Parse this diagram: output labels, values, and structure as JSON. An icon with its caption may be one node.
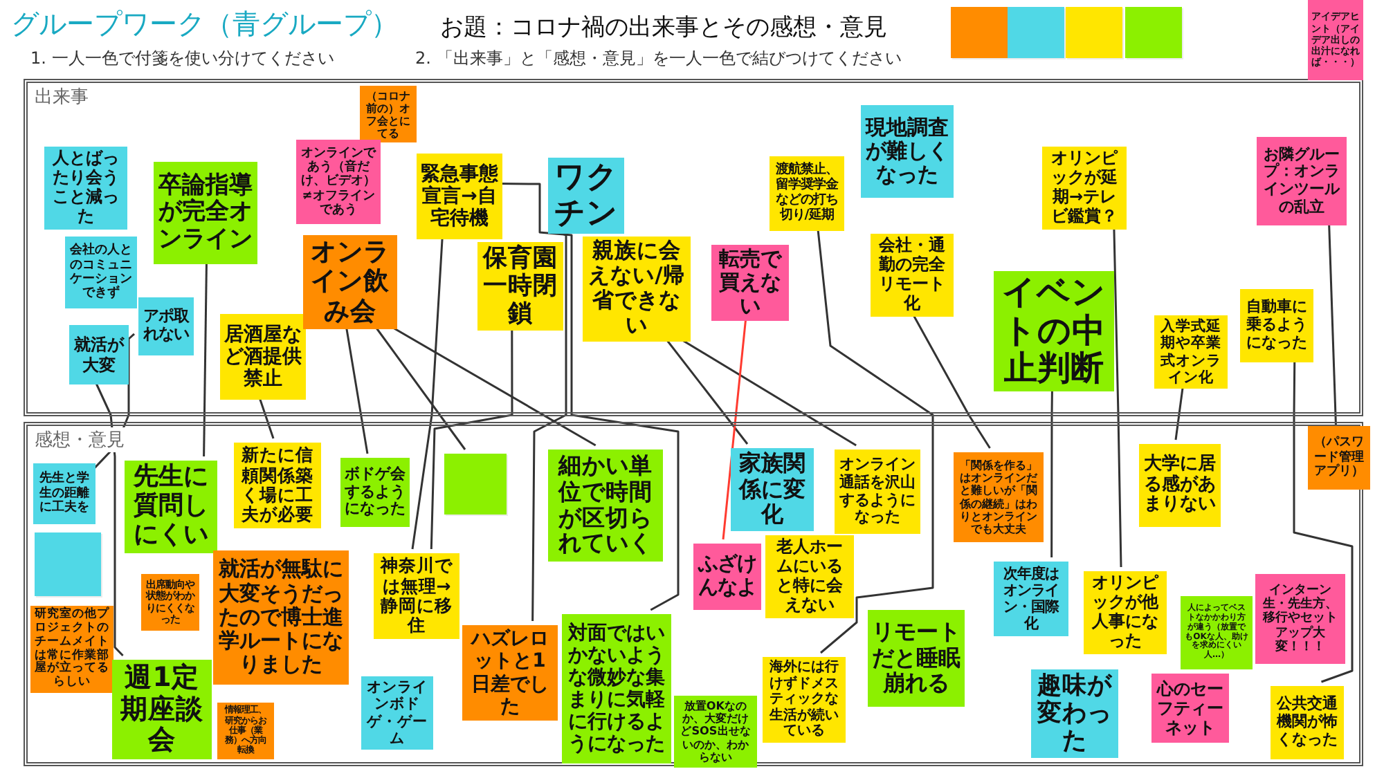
{
  "diagram": {
    "title": "グループワーク（青グループ）",
    "nodes": [
      {
        "text": [],
        "shape": "box"
      },
      {
        "text": [],
        "shape": "box"
      },
      {
        "text": [],
        "shape": "box"
      },
      {
        "text": [],
        "shape": "box"
      },
      {
        "text": [
          "アイデアヒント（アイデア出しの出汁になれば・・・）"
        ]
      },
      {
        "text": [
          "出来事"
        ]
      },
      {
        "text": [
          "人とばったり会うこと減った"
        ],
        "in": 5
      },
      {
        "text": [
          "会社の人とのコミュニケーションできず"
        ],
        "in": 5
      },
      {
        "text": [
          "アポ取れない"
        ],
        "in": 5
      },
      {
        "text": [
          "就活が大変"
        ],
        "in": 5
      },
      {
        "text": [
          "卒論指導が完全オンライン"
        ],
        "in": 5
      },
      {
        "text": [
          "居酒屋など酒提供禁止"
        ],
        "in": 5
      },
      {
        "text": [
          "（コロナ前の）オフ会とにてる"
        ],
        "in": 5
      },
      {
        "text": [
          "オンラインであう（音だけ、ビデオ）≠オフラインであう"
        ],
        "in": 5
      },
      {
        "text": [
          "オンライン飲み会"
        ],
        "in": 5
      },
      {
        "text": [
          "緊急事態宣言→自宅待機"
        ],
        "in": 5
      },
      {
        "text": [
          "ワクチン"
        ],
        "in": 5
      },
      {
        "text": [
          "保育園一時閉鎖"
        ],
        "in": 5
      },
      {
        "text": [
          "親族に会えない/帰省できない"
        ],
        "in": 5
      },
      {
        "text": [
          "転売で買えない"
        ],
        "in": 5
      },
      {
        "text": [
          "渡航禁止、留学奨学金などの打ち切り/延期"
        ],
        "in": 5
      },
      {
        "text": [
          "現地調査が難しくなった"
        ],
        "in": 5
      },
      {
        "text": [
          "会社・通勤の完全リモート化"
        ],
        "in": 5
      },
      {
        "text": [
          "イベントの中止判断"
        ],
        "in": 5
      },
      {
        "text": [
          "オリンピックが延期→テレビ鑑賞？"
        ],
        "in": 5
      },
      {
        "text": [
          "お隣グループ：オンラインツールの乱立"
        ],
        "in": 5
      },
      {
        "text": [
          "入学式延期や卒業式オンライン化"
        ],
        "in": 5
      },
      {
        "text": [
          "自動車に乗るようになった"
        ],
        "in": 5
      },
      {
        "text": [
          "感想・意見"
        ]
      },
      {
        "text": [
          "先生と学生の距離に工夫を"
        ],
        "in": 28
      },
      {
        "text": [],
        "shape": "box",
        "in": 28
      },
      {
        "text": [
          "先生に質問しにくい"
        ],
        "in": 28
      },
      {
        "text": [
          "新たに信頼関係築く場に工夫が必要"
        ],
        "in": 28
      },
      {
        "text": [
          "ボドゲ会するようになった"
        ],
        "in": 28
      },
      {
        "text": [],
        "shape": "box",
        "in": 28
      },
      {
        "text": [
          "細かい単位で時間が区切られていく"
        ],
        "in": 28
      },
      {
        "text": [
          "研究室の他プロジェクトのチームメイトは常に作業部屋が立ってるらしい"
        ],
        "in": 28
      },
      {
        "text": [
          "出席動向や状態がわかりにくくなった"
        ],
        "in": 28
      },
      {
        "text": [
          "就活が無駄に大変そうだったので博士進学ルートになりました"
        ],
        "in": 28
      },
      {
        "text": [
          "神奈川では無理→静岡に移住"
        ],
        "in": 28
      },
      {
        "text": [
          "ハズレロットと1日差でした"
        ],
        "in": 28
      },
      {
        "text": [
          "週1定期座談会"
        ],
        "in": 28
      },
      {
        "text": [
          "情報理工、研究からお仕事（業務）へ方向転換"
        ],
        "in": 28
      },
      {
        "text": [
          "オンラインボドゲ・ゲーム"
        ],
        "in": 28
      },
      {
        "text": [
          "対面ではいかないような微妙な集まりに気軽に行けるようになった"
        ],
        "in": 28
      },
      {
        "text": [
          "放置OKなのか、大変だけどSOS出せないのか、わからない"
        ],
        "in": 28
      },
      {
        "text": [
          "家族関係に変化"
        ],
        "in": 28
      },
      {
        "text": [
          "オンライン通話を沢山するようになった"
        ],
        "in": 28
      },
      {
        "text": [
          "ふざけんなよ"
        ],
        "in": 28
      },
      {
        "text": [
          "老人ホームにいると特に会えない"
        ],
        "in": 28
      },
      {
        "text": [
          "リモートだと睡眠崩れる"
        ],
        "in": 28
      },
      {
        "text": [
          "海外には行けずドメスティックな生活が続いている"
        ],
        "in": 28
      },
      {
        "text": [
          "「関係を作る」はオンラインだと難しいが「関係の継続」はわりとオンラインでも大丈夫"
        ],
        "in": 28
      },
      {
        "text": [
          "次年度はオンライン・国際化"
        ],
        "in": 28
      },
      {
        "text": [
          "趣味が変わった"
        ],
        "in": 28
      },
      {
        "text": [
          "オリンピックが他人事になった"
        ],
        "in": 28
      },
      {
        "text": [
          "大学に居る感があまりない"
        ],
        "in": 28
      },
      {
        "text": [
          "人によってベストなかかわり方が違う（放置でもOKな人、助けを求めにくい人…）"
        ],
        "in": 28
      },
      {
        "text": [
          "心のセーフティーネット"
        ],
        "in": 28
      },
      {
        "text": [
          "インターン生・先生方、移行やセットアップ大変！！！"
        ],
        "in": 28
      },
      {
        "text": [
          "公共交通機関が怖くなった"
        ],
        "in": 28
      },
      {
        "text": [
          "（パスワード管理アプリ）"
        ]
      }
    ],
    "edges": [
      {
        "from": 9,
        "to": 41,
        "arrow": "none"
      },
      {
        "from": 8,
        "to": 29,
        "arrow": "none"
      },
      {
        "from": 10,
        "to": 31,
        "arrow": "none"
      },
      {
        "from": 11,
        "to": 32,
        "arrow": "none"
      },
      {
        "from": 14,
        "to": 33,
        "arrow": "none"
      },
      {
        "from": 14,
        "to": 34,
        "arrow": "none"
      },
      {
        "from": 14,
        "to": 35,
        "arrow": "none"
      },
      {
        "from": 15,
        "to": 39,
        "arrow": "none"
      },
      {
        "from": 17,
        "to": 39,
        "arrow": "none"
      },
      {
        "from": 15,
        "to": 44,
        "arrow": "none"
      },
      {
        "from": 16,
        "to": 40,
        "arrow": "none"
      },
      {
        "from": 18,
        "to": 46,
        "arrow": "none"
      },
      {
        "from": 18,
        "to": 47,
        "arrow": "none"
      },
      {
        "from": 19,
        "to": 48,
        "arrow": "none",
        "color": "#ff3b30"
      },
      {
        "from": 20,
        "to": 51,
        "arrow": "none"
      },
      {
        "from": 22,
        "to": 52,
        "arrow": "none"
      },
      {
        "from": 23,
        "to": 53,
        "arrow": "none"
      },
      {
        "from": 24,
        "to": 55,
        "arrow": "none"
      },
      {
        "from": 26,
        "to": 56,
        "arrow": "none"
      },
      {
        "from": 27,
        "to": 60,
        "arrow": "none"
      },
      {
        "from": 25,
        "to": 61,
        "arrow": "none"
      }
    ],
    "labels": [
      "お題：コロナ禍の出来事とその感想・意見",
      "1. 一人一色で付箋を使い分けてください",
      "2. 「出来事」と「感想・意見」を一人一色で結びつけてください"
    ]
  }
}
